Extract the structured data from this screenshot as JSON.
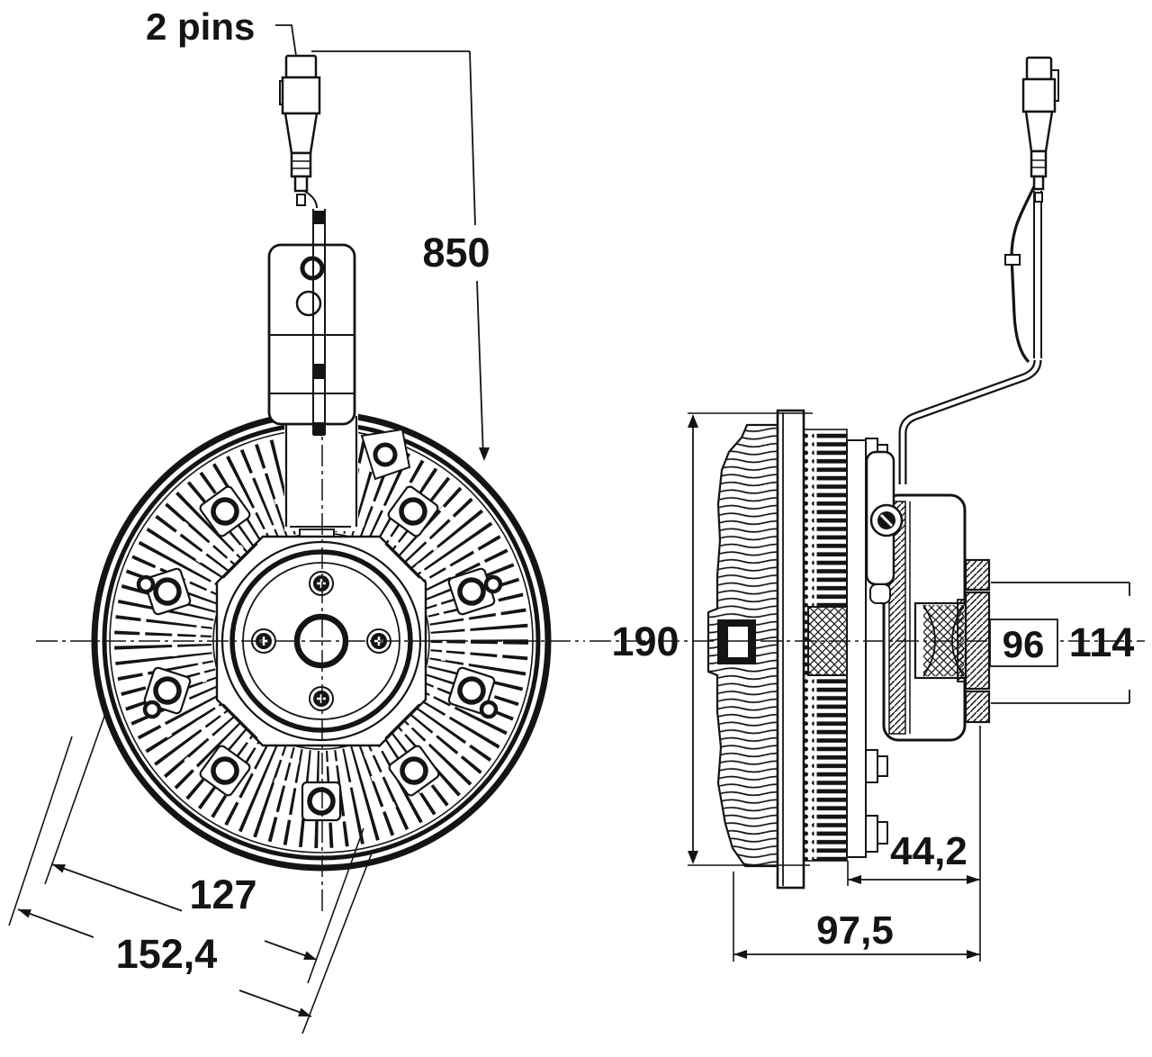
{
  "drawing": {
    "title": "Fan clutch (viscous coupling) dimensional drawing",
    "views": {
      "front_view": "front view of clutch disc",
      "side_view": "side sectional view of clutch with flange"
    },
    "labels": {
      "pins": "2 pins",
      "dim_850": "850",
      "dim_127": "127",
      "dim_152_4": "152,4",
      "dim_190": "190",
      "dim_96": "96",
      "dim_114": "114",
      "dim_44_2": "44,2",
      "dim_97_5": "97,5"
    },
    "colors": {
      "ink": "#141414",
      "paper": "#ffffff"
    }
  }
}
